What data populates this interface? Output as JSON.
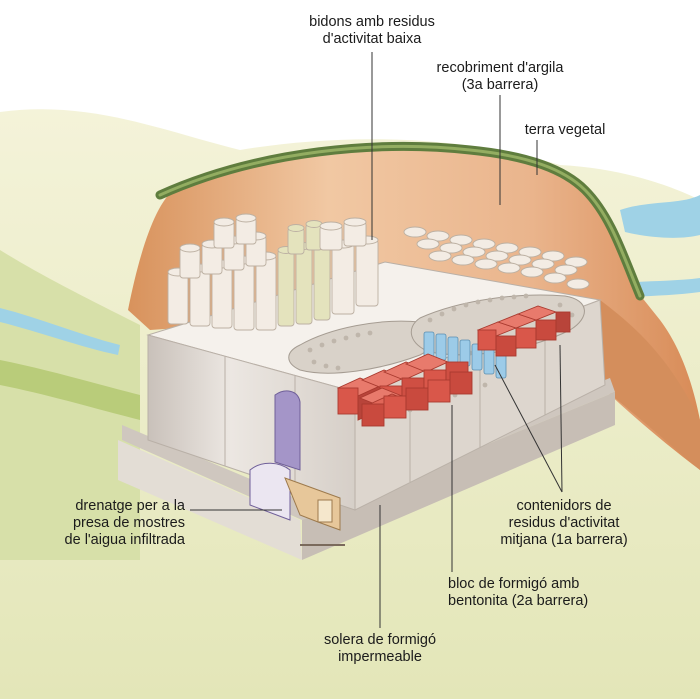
{
  "labels": {
    "low_level_drums": [
      "bidons amb residus",
      "d'activitat baixa"
    ],
    "clay_cover": [
      "recobriment d'argila",
      "(3a barrera)"
    ],
    "topsoil": [
      "terra vegetal"
    ],
    "drainage": [
      "drenatge per a la",
      "presa de mostres",
      "de l'aigua infiltrada"
    ],
    "medium_containers": [
      "contenidors de",
      "residus d'activitat",
      "mitjana (1a barrera)"
    ],
    "concrete_block": [
      "bloc de formigó amb",
      "bentonita (2a barrera)"
    ],
    "concrete_base": [
      "solera de formigó",
      "impermeable"
    ]
  },
  "colors": {
    "sky": "#ffffff",
    "landscape": "#eef0cf",
    "grass": "#6f8a48",
    "mound": "#e7b68b",
    "mound_shadow": "#d48e5c",
    "concrete": "#f1ede8",
    "concrete_shade": "#d8d1ca",
    "drum": "#f3ece4",
    "drum_green": "#e2e2b8",
    "container_red": "#d9574a",
    "container_blue": "#8fc6e6",
    "water": "#9fd2e6",
    "drain_purple": "#a495c8",
    "drain_tan": "#e7c79a",
    "leader": "#333333"
  }
}
